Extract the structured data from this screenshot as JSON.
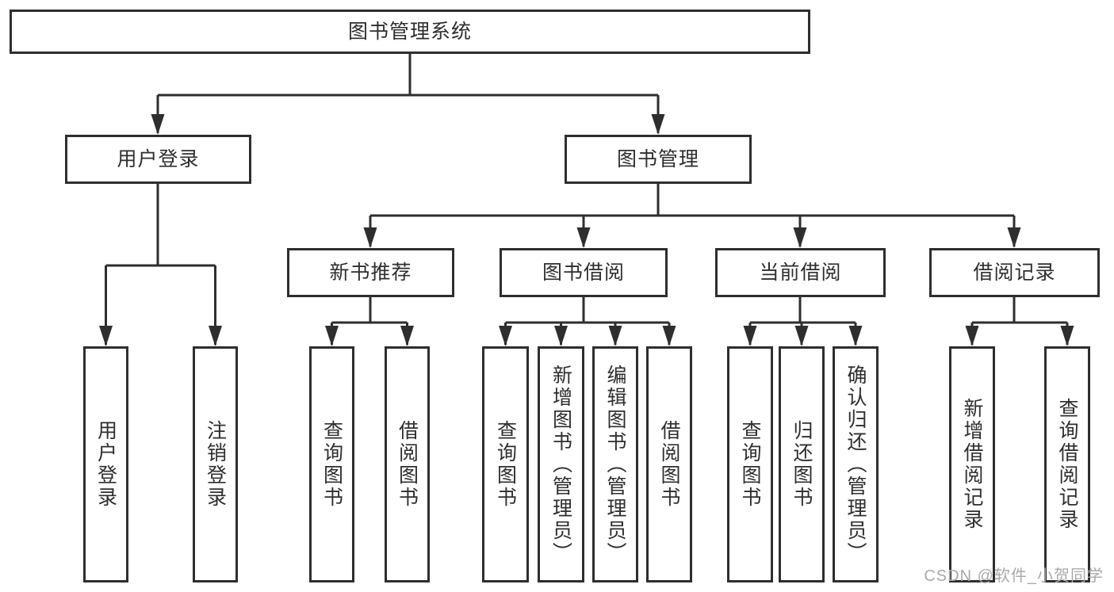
{
  "diagram_title": "图书管理系统",
  "tree": {
    "root": {
      "label": "图书管理系统"
    },
    "branches": [
      {
        "label": "用户登录",
        "children": [
          {
            "label": "用户登录"
          },
          {
            "label": "注销登录"
          }
        ]
      },
      {
        "label": "图书管理",
        "children": [
          {
            "label": "新书推荐",
            "children": [
              {
                "label": "查询图书"
              },
              {
                "label": "借阅图书"
              }
            ]
          },
          {
            "label": "图书借阅",
            "children": [
              {
                "label": "查询图书"
              },
              {
                "label": "新增图书（管理员）"
              },
              {
                "label": "编辑图书（管理员）"
              },
              {
                "label": "借阅图书"
              }
            ]
          },
          {
            "label": "当前借阅",
            "children": [
              {
                "label": "查询图书"
              },
              {
                "label": "归还图书"
              },
              {
                "label": "确认归还（管理员）"
              }
            ]
          },
          {
            "label": "借阅记录",
            "children": [
              {
                "label": "新增借阅记录"
              },
              {
                "label": "查询借阅记录"
              }
            ]
          }
        ]
      }
    ]
  },
  "watermark": {
    "text": "CSDN @软件_小贺同学"
  },
  "colors": {
    "line": "#2e2e2e",
    "box_border": "#2e2e2e",
    "text": "#2e2e2e",
    "watermark": "#a9a9a9",
    "background": "#ffffff"
  }
}
